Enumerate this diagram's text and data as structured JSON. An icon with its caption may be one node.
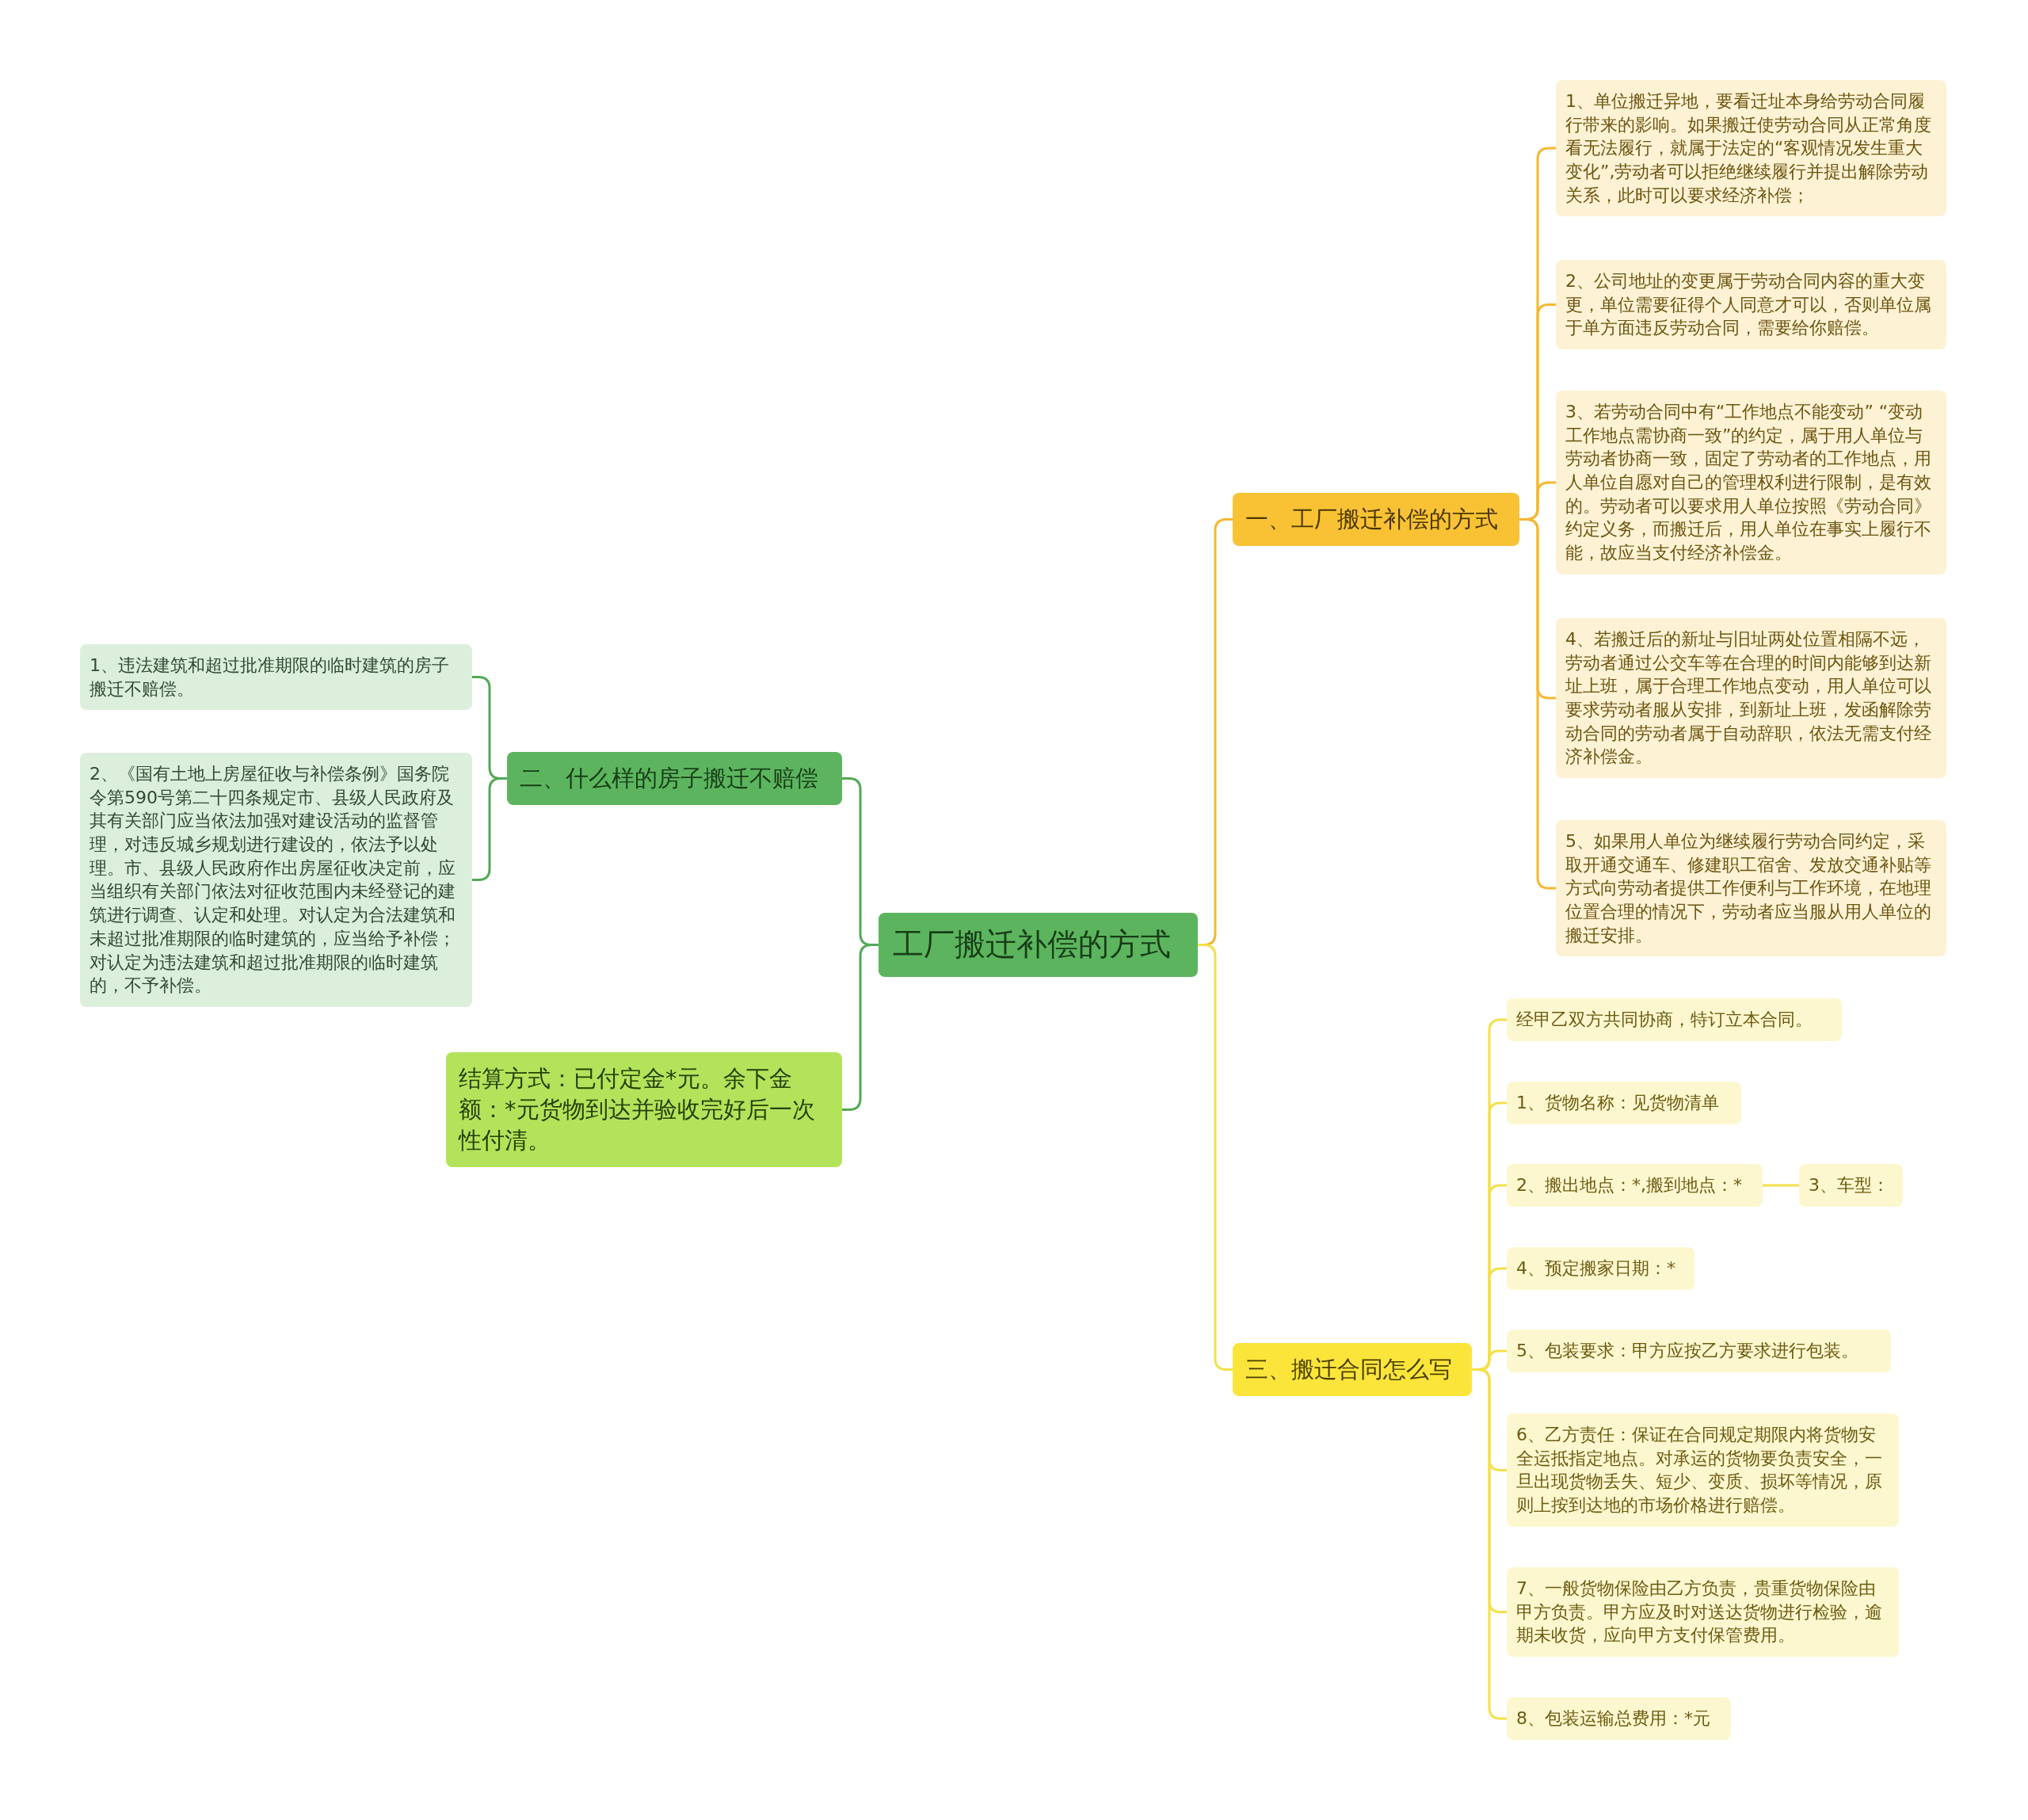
{
  "diagram": {
    "nodes": [
      {
        "text": [
          "工厂搬迁补偿的方式"
        ]
      },
      {
        "text": [
          "一、工厂搬迁补偿的方式"
        ]
      },
      {
        "text": [
          "1、单位搬迁异地，要看迁址本身给劳动合同履行带来的影响。如果搬迁使劳动合同从正常角度看无法履行，就属于法定的“客观情况发生重大变化”,劳动者可以拒绝继续履行并提出解除劳动关系，此时可以要求经济补偿；"
        ]
      },
      {
        "text": [
          "2、公司地址的变更属于劳动合同内容的重大变更，单位需要征得个人同意才可以，否则单位属于单方面违反劳动合同，需要给你赔偿。"
        ]
      },
      {
        "text": [
          "3、若劳动合同中有“工作地点不能变动” “变动工作地点需协商一致”的约定，属于用人单位与劳动者协商一致，固定了劳动者的工作地点，用人单位自愿对自己的管理权利进行限制，是有效的。劳动者可以要求用人单位按照《劳动合同》约定义务，而搬迁后，用人单位在事实上履行不能，故应当支付经济补偿金。"
        ]
      },
      {
        "text": [
          "4、若搬迁后的新址与旧址两处位置相隔不远，劳动者通过公交车等在合理的时间内能够到达新址上班，属于合理工作地点变动，用人单位可以要求劳动者服从安排，到新址上班，发函解除劳动合同的劳动者属于自动辞职，依法无需支付经济补偿金。"
        ]
      },
      {
        "text": [
          "5、如果用人单位为继续履行劳动合同约定，采取开通交通车、修建职工宿舍、发放交通补贴等方式向劳动者提供工作便利与工作环境，在地理位置合理的情况下，劳动者应当服从用人单位的搬迁安排。"
        ]
      },
      {
        "text": [
          "二、什么样的房子搬迁不赔偿"
        ]
      },
      {
        "text": [
          "1、违法建筑和超过批准期限的临时建筑的房子搬迁不赔偿。"
        ]
      },
      {
        "text": [
          "2、《国有土地上房屋征收与补偿条例》国务院令第590号第二十四条规定市、县级人民政府及其有关部门应当依法加强对建设活动的监督管理，对违反城乡规划进行建设的，依法予以处理。市、县级人民政府作出房屋征收决定前，应当组织有关部门依法对征收范围内未经登记的建筑进行调查、认定和处理。对认定为合法建筑和未超过批准期限的临时建筑的，应当给予补偿；对认定为违法建筑和超过批准期限的临时建筑的，不予补偿。"
        ]
      },
      {
        "text": [
          "结算方式：已付定金*元。余下金额：*元货物到达并验收完好后一次性付清。"
        ]
      },
      {
        "text": [
          "三、搬迁合同怎么写"
        ]
      },
      {
        "text": [
          "经甲乙双方共同协商，特订立本合同。"
        ]
      },
      {
        "text": [
          "1、货物名称：见货物清单"
        ]
      },
      {
        "text": [
          "2、搬出地点：*,搬到地点：*"
        ]
      },
      {
        "text": [
          "3、车型："
        ]
      },
      {
        "text": [
          "4、预定搬家日期：*"
        ]
      },
      {
        "text": [
          "5、包装要求：甲方应按乙方要求进行包装。"
        ]
      },
      {
        "text": [
          "6、乙方责任：保证在合同规定期限内将货物安全运抵指定地点。对承运的货物要负责安全，一旦出现货物丢失、短少、变质、损坏等情况，原则上按到达地的市场价格进行赔偿。"
        ]
      },
      {
        "text": [
          "7、一般货物保险由乙方负责，贵重货物保险由甲方负责。甲方应及时对送达货物进行检验，逾期未收货，应向甲方支付保管费用。"
        ]
      },
      {
        "text": [
          "8、包装运输总费用：*元"
        ]
      }
    ],
    "edges": [
      {
        "from": 0,
        "to": 1,
        "arrow": "none",
        "color": "#f5b731"
      },
      {
        "from": 1,
        "to": 2,
        "arrow": "none",
        "color": "#f5b731"
      },
      {
        "from": 1,
        "to": 3,
        "arrow": "none",
        "color": "#f5b731"
      },
      {
        "from": 1,
        "to": 4,
        "arrow": "none",
        "color": "#f5b731"
      },
      {
        "from": 1,
        "to": 5,
        "arrow": "none",
        "color": "#f5b731"
      },
      {
        "from": 1,
        "to": 6,
        "arrow": "none",
        "color": "#f5b731"
      },
      {
        "from": 0,
        "to": 7,
        "arrow": "none",
        "color": "#52a855"
      },
      {
        "from": 7,
        "to": 8,
        "arrow": "none",
        "color": "#52a855"
      },
      {
        "from": 7,
        "to": 9,
        "arrow": "none",
        "color": "#52a855"
      },
      {
        "from": 0,
        "to": 10,
        "arrow": "none",
        "color": "#52a855"
      },
      {
        "from": 0,
        "to": 11,
        "arrow": "none"
      },
      {
        "from": 11,
        "to": 12,
        "arrow": "none"
      },
      {
        "from": 11,
        "to": 13,
        "arrow": "none"
      },
      {
        "from": 11,
        "to": 14,
        "arrow": "none"
      },
      {
        "from": 14,
        "to": 15,
        "arrow": "none"
      },
      {
        "from": 11,
        "to": 16,
        "arrow": "none"
      },
      {
        "from": 11,
        "to": 17,
        "arrow": "none"
      },
      {
        "from": 11,
        "to": 18,
        "arrow": "none"
      },
      {
        "from": 11,
        "to": 19,
        "arrow": "none"
      },
      {
        "from": 11,
        "to": 20,
        "arrow": "none"
      }
    ]
  }
}
